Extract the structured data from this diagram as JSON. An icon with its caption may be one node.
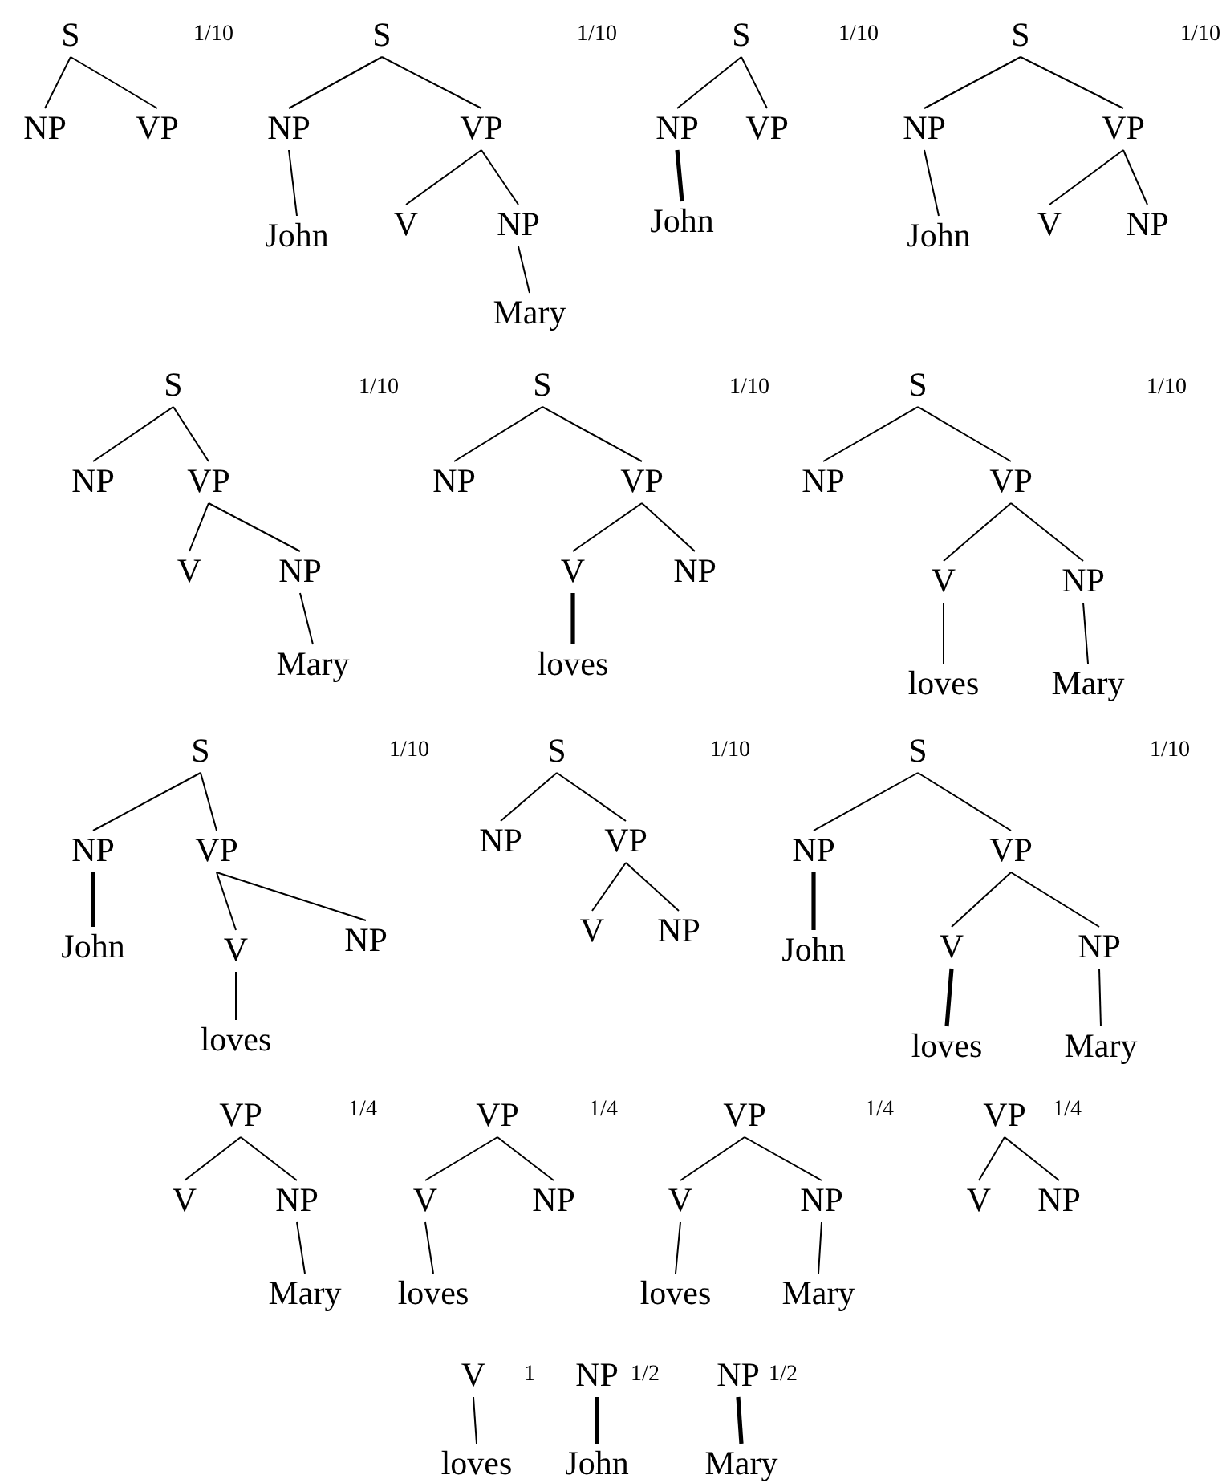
{
  "diagram": {
    "nodes": [
      {
        "text": [
          "S"
        ]
      },
      {
        "text": [
          "NP"
        ]
      },
      {
        "text": [
          "VP"
        ]
      },
      {
        "text": [
          "S"
        ]
      },
      {
        "text": [
          "NP"
        ]
      },
      {
        "text": [
          "VP"
        ]
      },
      {
        "text": [
          "John"
        ]
      },
      {
        "text": [
          "V"
        ]
      },
      {
        "text": [
          "NP"
        ]
      },
      {
        "text": [
          "Mary"
        ]
      },
      {
        "text": [
          "S"
        ]
      },
      {
        "text": [
          "NP"
        ]
      },
      {
        "text": [
          "VP"
        ]
      },
      {
        "text": [
          "John"
        ]
      },
      {
        "text": [
          "S"
        ]
      },
      {
        "text": [
          "NP"
        ]
      },
      {
        "text": [
          "VP"
        ]
      },
      {
        "text": [
          "John"
        ]
      },
      {
        "text": [
          "V"
        ]
      },
      {
        "text": [
          "NP"
        ]
      },
      {
        "text": [
          "S"
        ]
      },
      {
        "text": [
          "NP"
        ]
      },
      {
        "text": [
          "VP"
        ]
      },
      {
        "text": [
          "V"
        ]
      },
      {
        "text": [
          "NP"
        ]
      },
      {
        "text": [
          "Mary"
        ]
      },
      {
        "text": [
          "S"
        ]
      },
      {
        "text": [
          "NP"
        ]
      },
      {
        "text": [
          "VP"
        ]
      },
      {
        "text": [
          "V"
        ]
      },
      {
        "text": [
          "NP"
        ]
      },
      {
        "text": [
          "loves"
        ]
      },
      {
        "text": [
          "S"
        ]
      },
      {
        "text": [
          "NP"
        ]
      },
      {
        "text": [
          "VP"
        ]
      },
      {
        "text": [
          "V"
        ]
      },
      {
        "text": [
          "NP"
        ]
      },
      {
        "text": [
          "loves"
        ]
      },
      {
        "text": [
          "Mary"
        ]
      },
      {
        "text": [
          "S"
        ]
      },
      {
        "text": [
          "NP"
        ]
      },
      {
        "text": [
          "VP"
        ]
      },
      {
        "text": [
          "John"
        ]
      },
      {
        "text": [
          "V"
        ]
      },
      {
        "text": [
          "NP"
        ]
      },
      {
        "text": [
          "loves"
        ]
      },
      {
        "text": [
          "S"
        ]
      },
      {
        "text": [
          "NP"
        ]
      },
      {
        "text": [
          "VP"
        ]
      },
      {
        "text": [
          "V"
        ]
      },
      {
        "text": [
          "NP"
        ]
      },
      {
        "text": [
          "S"
        ]
      },
      {
        "text": [
          "NP"
        ]
      },
      {
        "text": [
          "VP"
        ]
      },
      {
        "text": [
          "John"
        ]
      },
      {
        "text": [
          "V"
        ]
      },
      {
        "text": [
          "NP"
        ]
      },
      {
        "text": [
          "loves"
        ]
      },
      {
        "text": [
          "Mary"
        ]
      },
      {
        "text": [
          "VP"
        ]
      },
      {
        "text": [
          "V"
        ]
      },
      {
        "text": [
          "NP"
        ]
      },
      {
        "text": [
          "Mary"
        ]
      },
      {
        "text": [
          "VP"
        ]
      },
      {
        "text": [
          "V"
        ]
      },
      {
        "text": [
          "NP"
        ]
      },
      {
        "text": [
          "loves"
        ]
      },
      {
        "text": [
          "VP"
        ]
      },
      {
        "text": [
          "V"
        ]
      },
      {
        "text": [
          "NP"
        ]
      },
      {
        "text": [
          "loves"
        ]
      },
      {
        "text": [
          "Mary"
        ]
      },
      {
        "text": [
          "VP"
        ]
      },
      {
        "text": [
          "V"
        ]
      },
      {
        "text": [
          "NP"
        ]
      },
      {
        "text": [
          "V"
        ]
      },
      {
        "text": [
          "loves"
        ]
      },
      {
        "text": [
          "NP"
        ]
      },
      {
        "text": [
          "John"
        ]
      },
      {
        "text": [
          "NP"
        ]
      },
      {
        "text": [
          "Mary"
        ]
      }
    ],
    "labels": [
      "1/10",
      "1/10",
      "1/10",
      "1/10",
      "1/10",
      "1/10",
      "1/10",
      "1/10",
      "1/10",
      "1/10",
      "1/4",
      "1/4",
      "1/4",
      "1/4",
      "1",
      "1/2",
      "1/2"
    ],
    "edges": [
      {
        "from": 0,
        "to": 1,
        "arrow": "none"
      },
      {
        "from": 0,
        "to": 2,
        "arrow": "none"
      },
      {
        "from": 3,
        "to": 4,
        "arrow": "none"
      },
      {
        "from": 3,
        "to": 5,
        "arrow": "none"
      },
      {
        "from": 4,
        "to": 6,
        "arrow": "none"
      },
      {
        "from": 5,
        "to": 7,
        "arrow": "none"
      },
      {
        "from": 5,
        "to": 8,
        "arrow": "none"
      },
      {
        "from": 8,
        "to": 9,
        "arrow": "none"
      },
      {
        "from": 10,
        "to": 11,
        "arrow": "none"
      },
      {
        "from": 10,
        "to": 12,
        "arrow": "none"
      },
      {
        "from": 11,
        "to": 13,
        "arrow": "none",
        "style": "thick"
      },
      {
        "from": 14,
        "to": 15,
        "arrow": "none"
      },
      {
        "from": 14,
        "to": 16,
        "arrow": "none"
      },
      {
        "from": 15,
        "to": 17,
        "arrow": "none"
      },
      {
        "from": 16,
        "to": 18,
        "arrow": "none"
      },
      {
        "from": 16,
        "to": 19,
        "arrow": "none"
      },
      {
        "from": 20,
        "to": 21,
        "arrow": "none"
      },
      {
        "from": 20,
        "to": 22,
        "arrow": "none"
      },
      {
        "from": 22,
        "to": 23,
        "arrow": "none"
      },
      {
        "from": 22,
        "to": 24,
        "arrow": "none"
      },
      {
        "from": 24,
        "to": 25,
        "arrow": "none"
      },
      {
        "from": 26,
        "to": 27,
        "arrow": "none"
      },
      {
        "from": 26,
        "to": 28,
        "arrow": "none"
      },
      {
        "from": 28,
        "to": 29,
        "arrow": "none"
      },
      {
        "from": 28,
        "to": 30,
        "arrow": "none"
      },
      {
        "from": 29,
        "to": 31,
        "arrow": "none",
        "style": "thick"
      },
      {
        "from": 32,
        "to": 33,
        "arrow": "none"
      },
      {
        "from": 32,
        "to": 34,
        "arrow": "none"
      },
      {
        "from": 34,
        "to": 35,
        "arrow": "none"
      },
      {
        "from": 34,
        "to": 36,
        "arrow": "none"
      },
      {
        "from": 35,
        "to": 37,
        "arrow": "none"
      },
      {
        "from": 36,
        "to": 38,
        "arrow": "none"
      },
      {
        "from": 39,
        "to": 40,
        "arrow": "none"
      },
      {
        "from": 39,
        "to": 41,
        "arrow": "none"
      },
      {
        "from": 40,
        "to": 42,
        "arrow": "none",
        "style": "thick"
      },
      {
        "from": 41,
        "to": 43,
        "arrow": "none"
      },
      {
        "from": 41,
        "to": 44,
        "arrow": "none"
      },
      {
        "from": 43,
        "to": 45,
        "arrow": "none"
      },
      {
        "from": 46,
        "to": 47,
        "arrow": "none"
      },
      {
        "from": 46,
        "to": 48,
        "arrow": "none"
      },
      {
        "from": 48,
        "to": 49,
        "arrow": "none"
      },
      {
        "from": 48,
        "to": 50,
        "arrow": "none"
      },
      {
        "from": 51,
        "to": 52,
        "arrow": "none"
      },
      {
        "from": 51,
        "to": 53,
        "arrow": "none"
      },
      {
        "from": 52,
        "to": 54,
        "arrow": "none",
        "style": "thick"
      },
      {
        "from": 53,
        "to": 55,
        "arrow": "none"
      },
      {
        "from": 53,
        "to": 56,
        "arrow": "none"
      },
      {
        "from": 55,
        "to": 57,
        "arrow": "none",
        "style": "thick"
      },
      {
        "from": 56,
        "to": 58,
        "arrow": "none"
      },
      {
        "from": 59,
        "to": 60,
        "arrow": "none"
      },
      {
        "from": 59,
        "to": 61,
        "arrow": "none"
      },
      {
        "from": 61,
        "to": 62,
        "arrow": "none"
      },
      {
        "from": 63,
        "to": 64,
        "arrow": "none"
      },
      {
        "from": 63,
        "to": 65,
        "arrow": "none"
      },
      {
        "from": 64,
        "to": 66,
        "arrow": "none"
      },
      {
        "from": 67,
        "to": 68,
        "arrow": "none"
      },
      {
        "from": 67,
        "to": 69,
        "arrow": "none"
      },
      {
        "from": 68,
        "to": 70,
        "arrow": "none"
      },
      {
        "from": 69,
        "to": 71,
        "arrow": "none"
      },
      {
        "from": 72,
        "to": 73,
        "arrow": "none"
      },
      {
        "from": 72,
        "to": 74,
        "arrow": "none"
      },
      {
        "from": 75,
        "to": 76,
        "arrow": "none"
      },
      {
        "from": 77,
        "to": 78,
        "arrow": "none",
        "style": "thick"
      },
      {
        "from": 79,
        "to": 80,
        "arrow": "none",
        "style": "thick"
      }
    ]
  }
}
